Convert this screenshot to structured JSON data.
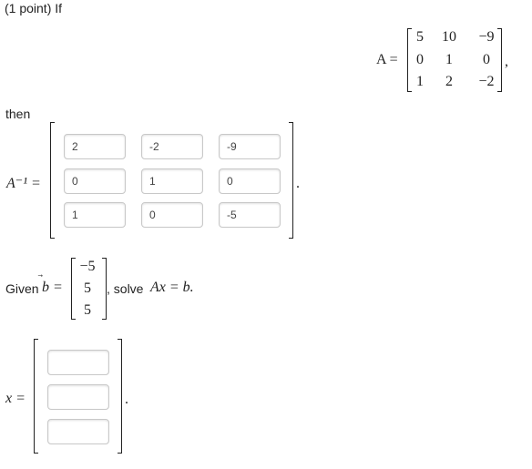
{
  "header": {
    "title": "(1 point) If"
  },
  "matrix_A": {
    "label": "A =",
    "rows": [
      [
        "5",
        "10",
        "−9"
      ],
      [
        "0",
        "1",
        "0"
      ],
      [
        "1",
        "2",
        "−2"
      ]
    ],
    "suffix": ","
  },
  "then_text": "then",
  "inverse": {
    "label": "A⁻¹ =",
    "values": [
      [
        "2",
        "-2",
        "-9"
      ],
      [
        "0",
        "1",
        "0"
      ],
      [
        "1",
        "0",
        "-5"
      ]
    ],
    "suffix": "."
  },
  "given": {
    "prefix": "Given",
    "b_label": "b =",
    "b_vector": [
      "−5",
      "5",
      "5"
    ],
    "solve_text": ", solve",
    "equation": "Ax = b."
  },
  "solution": {
    "label": "x =",
    "values": [
      "",
      "",
      ""
    ],
    "suffix": "."
  }
}
